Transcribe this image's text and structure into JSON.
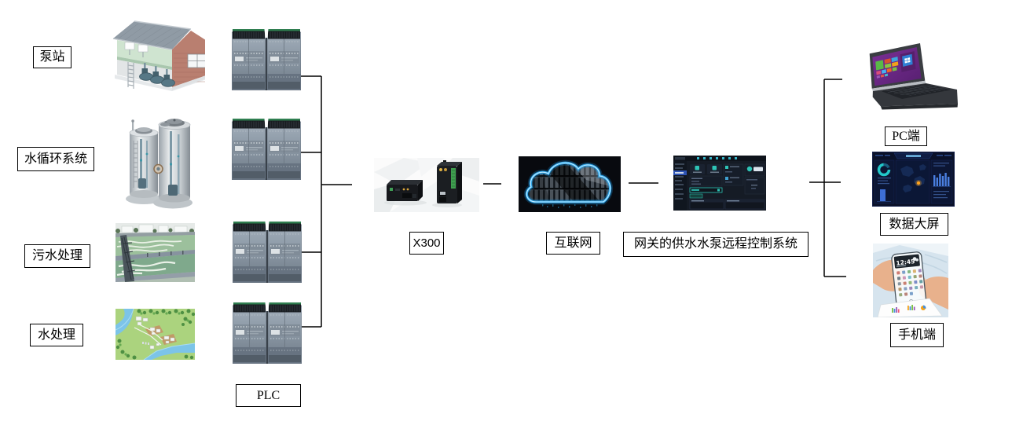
{
  "labels": {
    "pump_station": "泵站",
    "water_circulation": "水循环系统",
    "sewage_treatment": "污水处理",
    "water_treatment": "水处理",
    "plc": "PLC",
    "x300": "X300",
    "internet": "互联网",
    "gateway_system": "网关的供水水泵远程控制系统",
    "pc": "PC端",
    "data_screen": "数据大屏",
    "mobile": "手机端"
  },
  "phone_screen": {
    "time": "12:45"
  },
  "colors": {
    "connector": "#000000",
    "cloud_neon": "#2ea9ee",
    "ui_accent_teal": "#2ec4b6",
    "plc_body": "#8996a3",
    "bar_blue": "#4a7fe0"
  }
}
